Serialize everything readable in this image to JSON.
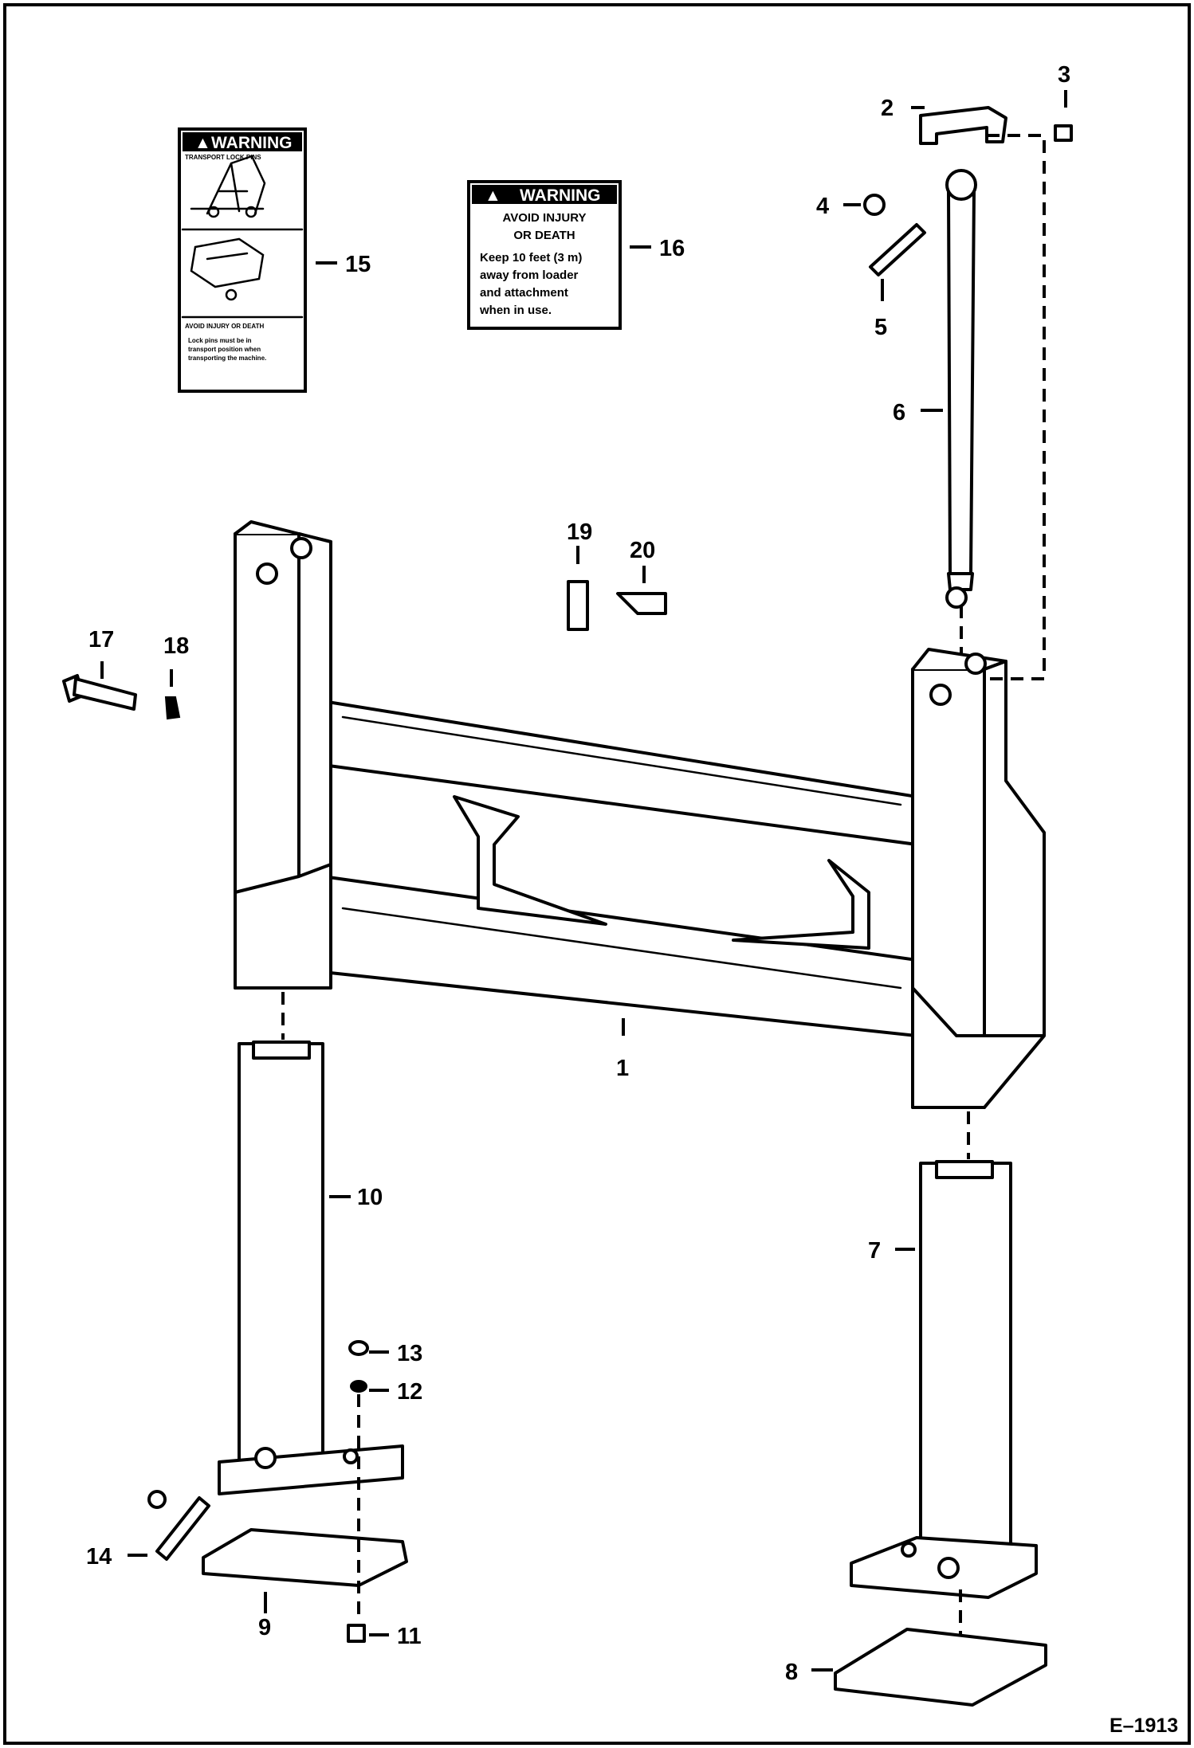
{
  "callouts": [
    "1",
    "2",
    "3",
    "4",
    "5",
    "6",
    "7",
    "8",
    "9",
    "10",
    "11",
    "12",
    "13",
    "14",
    "15",
    "16",
    "17",
    "18",
    "19",
    "20"
  ],
  "decal_15": {
    "header": "WARNING",
    "section_title": "TRANSPORT LOCK PINS",
    "caption": "AVOID INJURY OR DEATH",
    "bullet": "Lock pins must be in transport position when transporting the machine."
  },
  "decal_16": {
    "header": "WARNING",
    "line1": "AVOID INJURY",
    "line2": "OR DEATH",
    "body1": "Keep 10 feet (3 m)",
    "body2": "away from loader",
    "body3": "and attachment",
    "body4": "when in use."
  },
  "figure_id": "E–1913"
}
